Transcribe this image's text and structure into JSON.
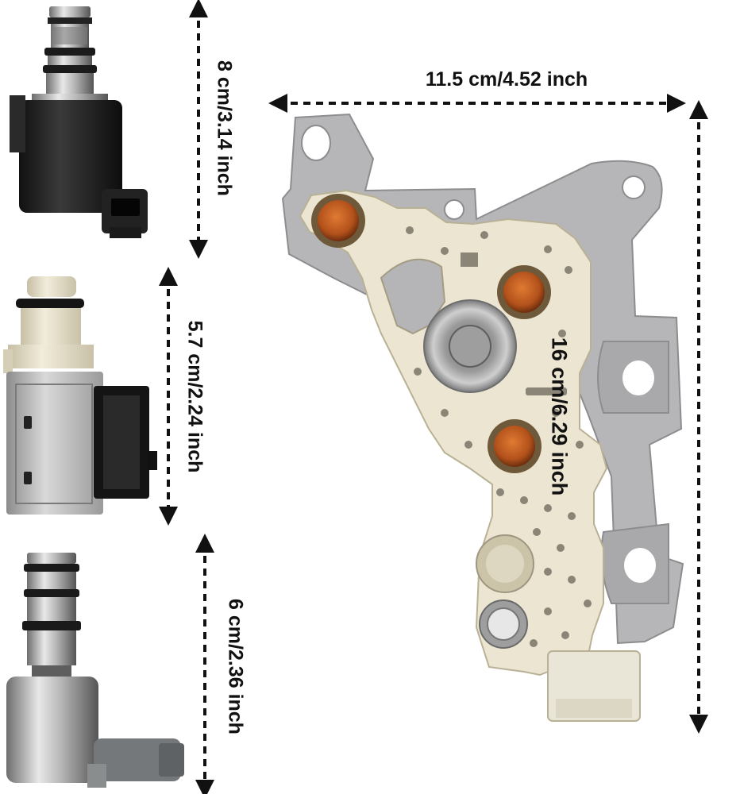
{
  "dimensions": {
    "width": "11.5 cm/4.52 inch",
    "height": "16 cm/6.29 inch",
    "solenoid_1": "8 cm/3.14 inch",
    "solenoid_2": "5.7 cm/2.24 inch",
    "solenoid_3": "6 cm/2.36 inch"
  },
  "colors": {
    "arrow": "#111111",
    "steel": "#b7b7b9",
    "plastic": "#ece7d6",
    "seal_amber": "#c7651e",
    "solenoid_black": "#1e1e1e",
    "connector_gray": "#77797a"
  }
}
